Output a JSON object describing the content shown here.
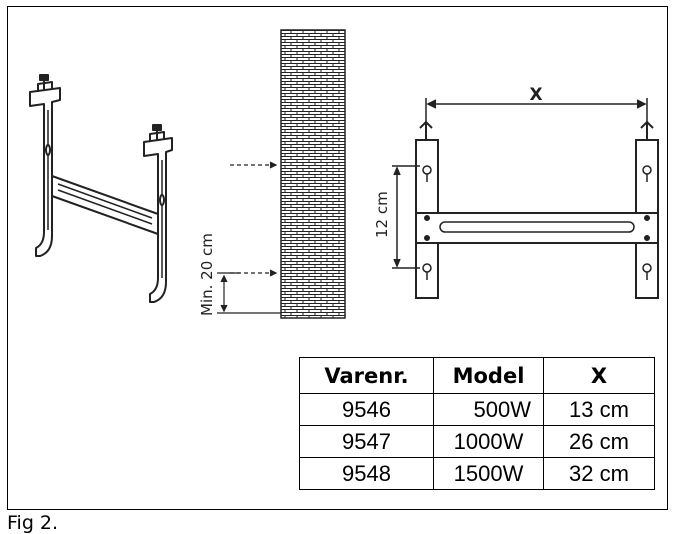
{
  "diagram": {
    "min_height_label": "Min. 20 cm",
    "spacing_label": "12 cm",
    "width_label": "X"
  },
  "table": {
    "headers": [
      "Varenr.",
      "Model",
      "X"
    ],
    "rows": [
      [
        "9546",
        "500W",
        "13 cm"
      ],
      [
        "9547",
        "1000W",
        "26 cm"
      ],
      [
        "9548",
        "1500W",
        "32 cm"
      ]
    ]
  },
  "caption": "Fig 2."
}
